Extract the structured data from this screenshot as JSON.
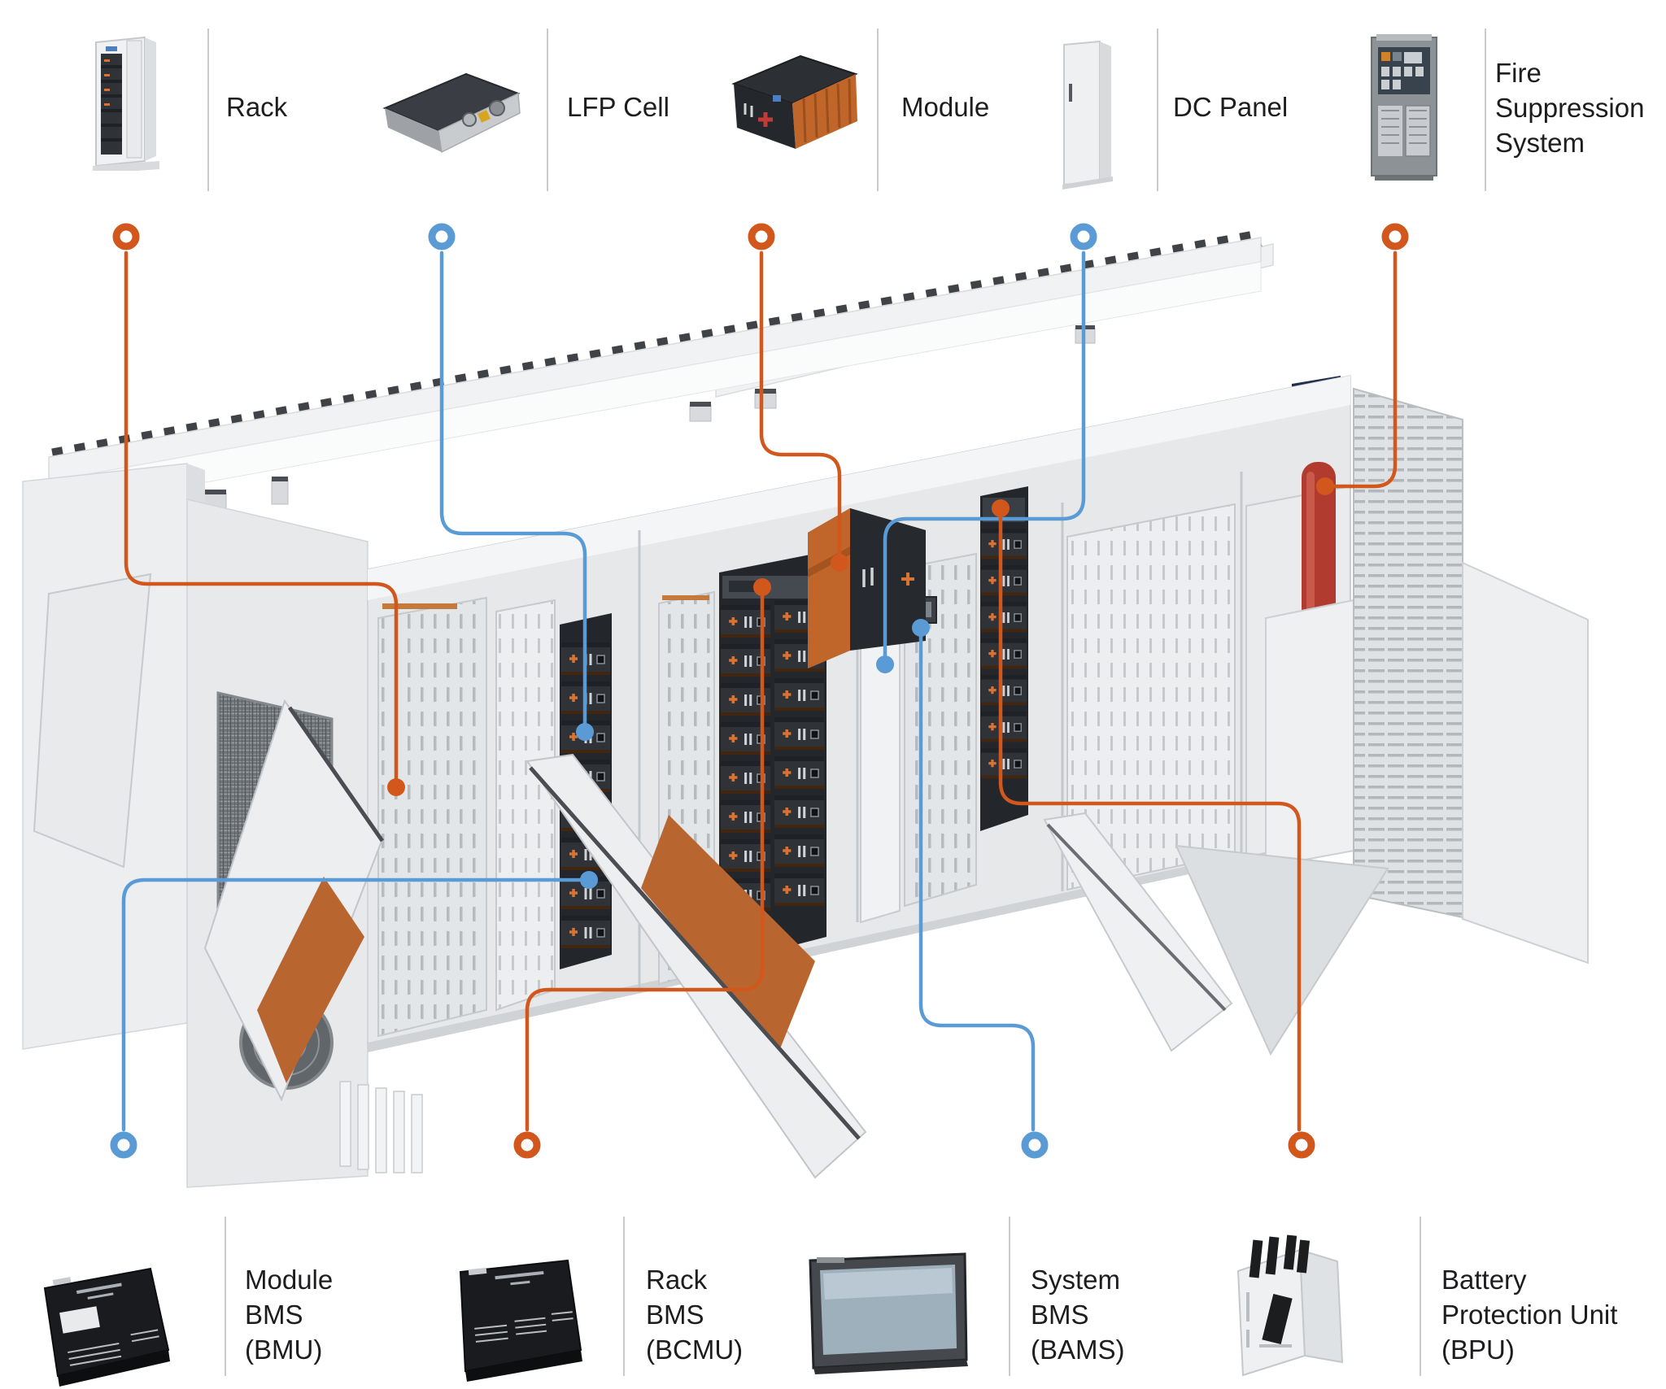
{
  "title": "Battery energy storage container component diagram",
  "colors": {
    "callout_orange": "#d2571c",
    "callout_blue": "#5b9bd5",
    "busbar_beam_top": "#5d81c4",
    "busbar_beam_front": "#4f6ba8",
    "fire_tank_red": "#b23b30",
    "cabinet_light": "#e8eaec",
    "battery_column_dark": "#2f3338",
    "module_orange": "#c0662a",
    "text": "#1d1d1f",
    "divider": "#c9cbcd"
  },
  "top_legend": {
    "items": [
      {
        "id": "rack",
        "label": "Rack",
        "marker_color": "orange"
      },
      {
        "id": "lfp-cell",
        "label": "LFP Cell",
        "marker_color": "blue"
      },
      {
        "id": "module",
        "label": "Module",
        "marker_color": "orange"
      },
      {
        "id": "dc-panel",
        "label": "DC Panel",
        "marker_color": "blue"
      },
      {
        "id": "fire-suppression-system",
        "label": "Fire Suppression System",
        "label_lines": [
          "Fire",
          "Suppression",
          "System"
        ],
        "marker_color": "orange"
      }
    ]
  },
  "bottom_legend": {
    "items": [
      {
        "id": "module-bms",
        "label": "Module BMS (BMU)",
        "label_lines": [
          "Module",
          "BMS",
          "(BMU)"
        ],
        "marker_color": "blue"
      },
      {
        "id": "rack-bms",
        "label": "Rack BMS (BCMU)",
        "label_lines": [
          "Rack",
          "BMS",
          "(BCMU)"
        ],
        "marker_color": "orange"
      },
      {
        "id": "system-bms",
        "label": "System BMS (BAMS)",
        "label_lines": [
          "System",
          "BMS",
          "(BAMS)"
        ],
        "marker_color": "blue"
      },
      {
        "id": "battery-protection-unit",
        "label": "Battery Protection Unit (BPU)",
        "label_lines": [
          "Battery",
          "Protection Unit",
          "(BPU)"
        ],
        "marker_color": "orange"
      }
    ]
  }
}
